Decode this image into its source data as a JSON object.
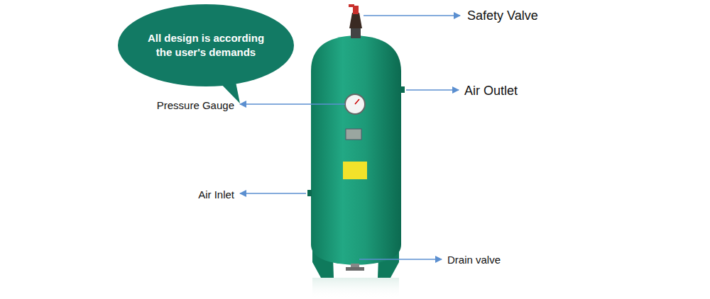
{
  "diagram": {
    "nodes": [
      {
        "text": [
          "All design is according the user's demands"
        ]
      }
    ],
    "labels": [
      "Safety Valve",
      "Air Outlet",
      "Pressure Gauge",
      "Air Inlet",
      "Drain valve"
    ]
  }
}
